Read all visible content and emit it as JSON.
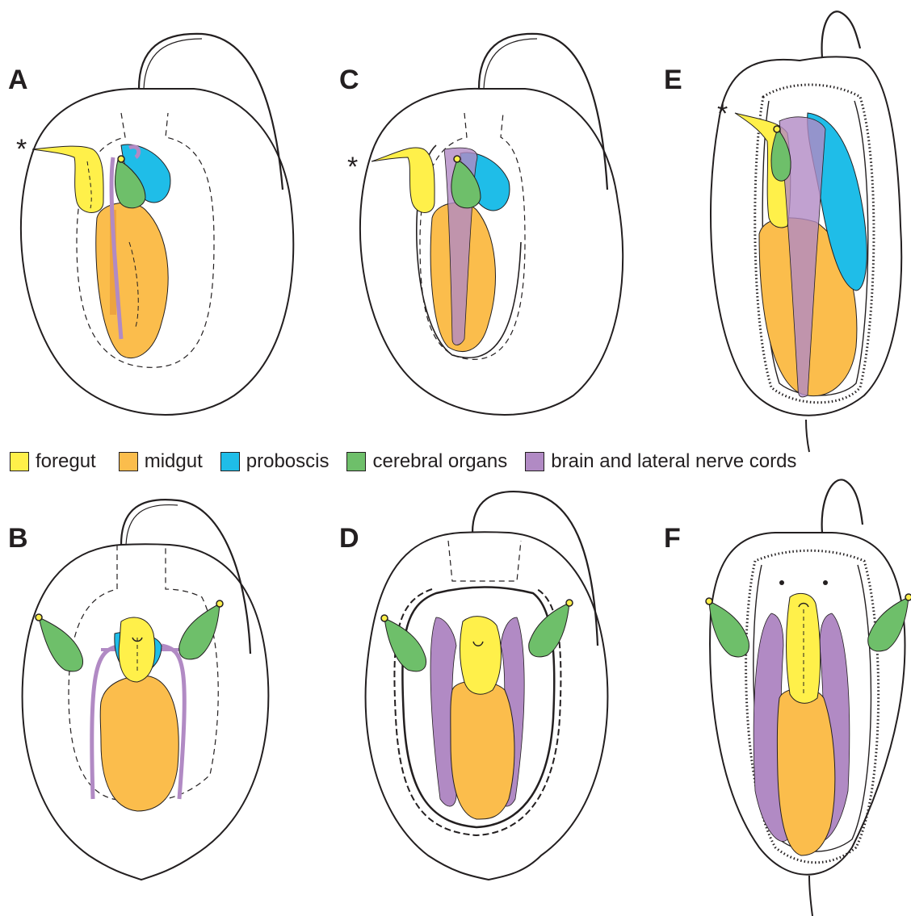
{
  "panels": {
    "A": {
      "label": "A",
      "asterisk": "*"
    },
    "B": {
      "label": "B"
    },
    "C": {
      "label": "C",
      "asterisk": "*"
    },
    "D": {
      "label": "D"
    },
    "E": {
      "label": "E",
      "asterisk": "*"
    },
    "F": {
      "label": "F"
    }
  },
  "legend": [
    {
      "label": "foregut",
      "color": "#fff04a"
    },
    {
      "label": "midgut",
      "color": "#fbbd4c"
    },
    {
      "label": "proboscis",
      "color": "#1fbde8"
    },
    {
      "label": "cerebral organs",
      "color": "#6ebf6a"
    },
    {
      "label": "brain and lateral nerve cords",
      "color": "#b18ac4"
    }
  ],
  "colors": {
    "outline": "#231f20",
    "foregut": "#fff04a",
    "midgut": "#fbbd4c",
    "proboscis": "#1fbde8",
    "cerebral": "#6ebf6a",
    "nerve": "#b18ac4"
  }
}
